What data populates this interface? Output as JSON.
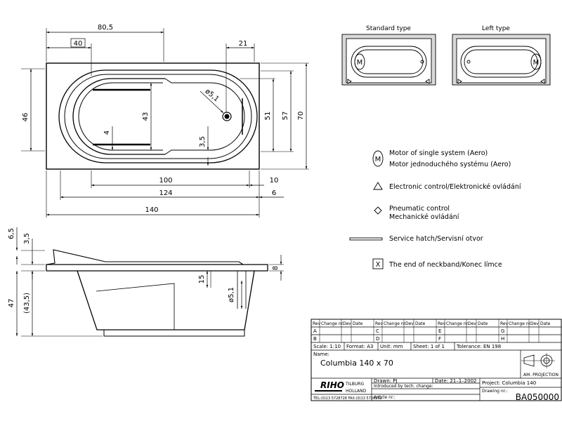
{
  "top_view": {
    "dims": {
      "d80_5": "80,5",
      "d40": "40",
      "d21": "21",
      "d46": "46",
      "d43": "43",
      "d4": "4",
      "d51": "51",
      "d57": "57",
      "d70": "70",
      "d3_5": "3,5",
      "dphi5_1": "ø5,1",
      "d100": "100",
      "d10": "10",
      "d124": "124",
      "d6": "6",
      "d140": "140"
    }
  },
  "side_view": {
    "dims": {
      "d6_5": "6,5",
      "d3_5": "3,5",
      "d47": "47",
      "d43_5": "(43,5)",
      "d15": "15",
      "dphi5_1": "ø5,1",
      "d8": "8"
    }
  },
  "variants": {
    "standard_label": "Standard type",
    "left_label": "Left type",
    "motor_mark": "M"
  },
  "legend": {
    "motor_mark": "M",
    "motor_line1": "Motor of single system (Aero)",
    "motor_line2": "Motor jednoduchého systému (Aero)",
    "electronic": "Electronic control/Elektronické ovládání",
    "pneumatic_line1": "Pneumatic control",
    "pneumatic_line2": "Mechanické ovládání",
    "hatch": "Service hatch/Servisní otvor",
    "neckband_mark": "X",
    "neckband": "The end of neckband/Konec límce"
  },
  "title_block": {
    "rev_headers": [
      "Rev",
      "Change nr.",
      "Dev",
      "Date"
    ],
    "rev_letters": [
      "A",
      "B",
      "C",
      "D",
      "E",
      "F",
      "G",
      "H"
    ],
    "scale": "Scale: 1:10",
    "format": "Format: A3",
    "unit": "Unit:  mm",
    "sheet": "Sheet:  1  of  1",
    "tolerance": "Tolerance:  EN  198",
    "name_label": "Name:",
    "name_value": "Columbia  140  x  70",
    "projection": "AM. PROJECTION",
    "logo": "RIHO",
    "city": "TILBURG",
    "country": "HOLLAND",
    "contacts": "TEL:(0)13  5728728   FAX:(0)13  5720262",
    "drawn": "Drawn:   PJ",
    "date": "Date: 21–1–2002",
    "introduced": "Introduced by tech. change:",
    "article": "Article nr.:",
    "project": "Project: Columbia  140",
    "drawing_label": "Drawing nr.:",
    "drawing_value": "BA050000"
  }
}
